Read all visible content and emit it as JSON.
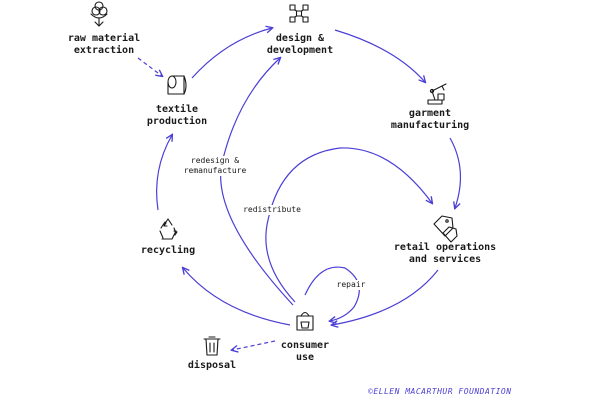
{
  "colors": {
    "accent": "#4b3fd6",
    "text": "#1a1a1a"
  },
  "nodes": {
    "raw_material": {
      "label": "raw material\nextraction",
      "icon": "cotton-plant-icon"
    },
    "design": {
      "label": "design &\ndevelopment",
      "icon": "network-nodes-icon"
    },
    "textile": {
      "label": "textile\nproduction",
      "icon": "fabric-roll-icon"
    },
    "garment": {
      "label": "garment\nmanufacturing",
      "icon": "robot-arm-icon"
    },
    "retail": {
      "label": "retail operations\nand services",
      "icon": "price-tags-icon"
    },
    "recycling": {
      "label": "recycling",
      "icon": "recycle-icon"
    },
    "consumer": {
      "label": "consumer\nuse",
      "icon": "shopping-bag-icon"
    },
    "disposal": {
      "label": "disposal",
      "icon": "trash-bin-icon"
    }
  },
  "edges": {
    "redesign": "redesign &\nremanufacture",
    "redistribute": "redistribute",
    "repair": "repair"
  },
  "credit": "©ELLEN MACARTHUR FOUNDATION"
}
